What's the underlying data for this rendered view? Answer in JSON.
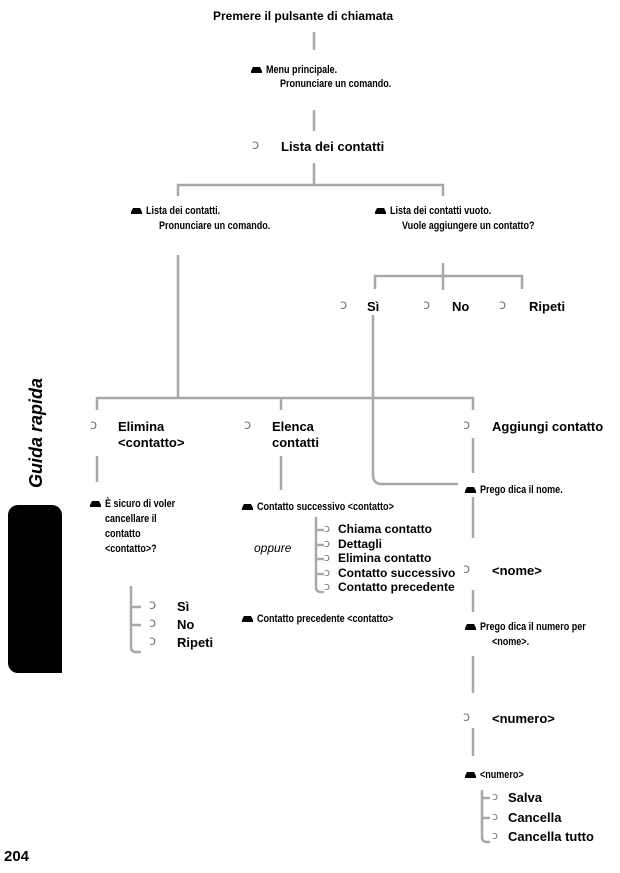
{
  "start": "Premere il pulsante di chiamata",
  "main_menu": {
    "line1": "Menu principale.",
    "line2": "Pronunciare un comando."
  },
  "contact_list": "Lista dei contatti",
  "list_prompt": {
    "line1": "Lista dei contatti.",
    "line2": "Pronunciare un comando."
  },
  "empty_prompt": {
    "line1": "Lista dei contatti vuoto.",
    "line2": "Vuole aggiungere un contatto?"
  },
  "empty_options": [
    "Sì",
    "No",
    "Ripeti"
  ],
  "delete": {
    "line1": "Elimina",
    "line2": "<contatto>"
  },
  "list_contacts": {
    "line1": "Elenca",
    "line2": "contatti"
  },
  "add_contact": "Aggiungi contatto",
  "confirm_delete": {
    "line1": "È sicuro di voler",
    "line2": "cancellare il",
    "line3": "contatto",
    "line4": "<contatto>?"
  },
  "confirm_options": [
    "Sì",
    "No",
    "Ripeti"
  ],
  "next_contact": "Contatto successivo <contatto>",
  "oppure": "oppure",
  "contact_actions": [
    "Chiama contatto",
    "Dettagli",
    "Elimina contatto",
    "Contatto successivo",
    "Contatto precedente"
  ],
  "prev_contact": "Contatto precedente <contatto>",
  "say_name": "Prego dica il nome.",
  "name": "<nome>",
  "say_number": {
    "line1": "Prego dica il numero per",
    "line2": "<nome>."
  },
  "number": "<numero>",
  "number_echo": "<numero>",
  "final_options": [
    "Salva",
    "Cancella",
    "Cancella tutto"
  ],
  "side_label": "Guida rapida",
  "page_number": "204",
  "icons": {
    "system": "car-icon",
    "user": "speech-icon"
  },
  "colors": {
    "lines": "#a8a8a8",
    "tab": "#000000"
  }
}
